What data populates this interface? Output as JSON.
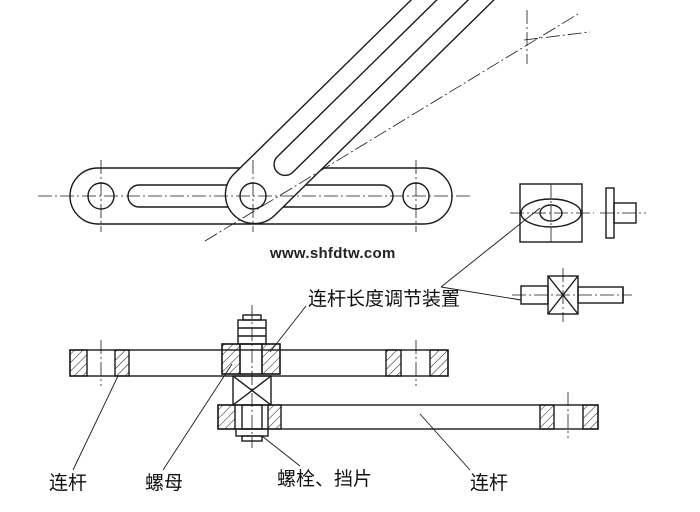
{
  "watermark": "www.shfdtw.com",
  "labels": {
    "adjust_device": "连杆长度调节装置",
    "link_left": "连杆",
    "nut": "螺母",
    "bolt_washer": "螺栓、挡片",
    "link_right": "连杆"
  },
  "colors": {
    "line": "#1a1a1a",
    "hatch": "#1a1a1a",
    "background": "#ffffff"
  }
}
